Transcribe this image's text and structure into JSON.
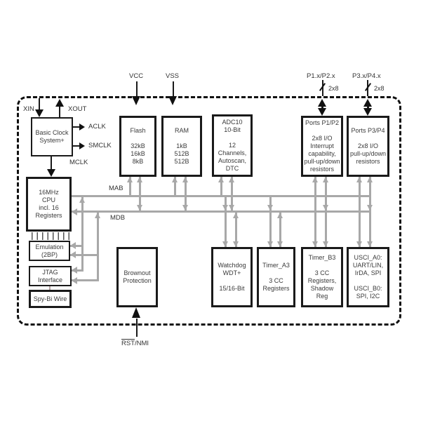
{
  "diagram": {
    "pins": {
      "xin": "XIN",
      "xout": "XOUT",
      "vcc": "VCC",
      "vss": "VSS",
      "p12": "P1.x/P2.x",
      "p34": "P3.x/P4.x",
      "p12_width": "2x8",
      "p34_width": "2x8",
      "rst_bar": "RST",
      "rst_rest": "/NMI"
    },
    "clock_signals": {
      "aclk": "ACLK",
      "smclk": "SMCLK",
      "mclk": "MCLK"
    },
    "buses": {
      "mab": "MAB",
      "mdb": "MDB"
    },
    "blocks": {
      "basic_clock": "Basic Clock\nSystem+",
      "cpu": "16MHz\nCPU\nincl. 16\nRegisters",
      "emulation": "Emulation\n(2BP)",
      "jtag": "JTAG\nInterface",
      "spybi": "Spy-Bi Wire",
      "flash": "Flash\n\n32kB\n16kB\n8kB",
      "ram": "RAM\n\n1kB\n512B\n512B",
      "adc": "ADC10\n10-Bit\n\n12\nChannels,\nAutoscan,\nDTC",
      "ports12": "Ports P1/P2\n\n2x8 I/O\nInterrupt\ncapability,\npull-up/down\nresistors",
      "ports34": "Ports P3/P4\n\n2x8 I/O\npull-up/down\nresistors",
      "brownout": "Brownout\nProtection",
      "wdt": "Watchdog\nWDT+\n\n15/16-Bit",
      "timer_a3": "Timer_A3\n\n3 CC\nRegisters",
      "timer_b3": "Timer_B3\n\n3 CC\nRegisters,\nShadow\nReg",
      "usci": "USCI_A0:\nUART/LIN,\nIrDA, SPI\n\nUSCI_B0:\nSPI, I2C"
    },
    "icons": {
      "arrow-up-icon": "css-triangle-up",
      "arrow-down-icon": "css-triangle-down",
      "arrow-left-icon": "css-triangle-left",
      "arrow-right-icon": "css-triangle-right",
      "bus-width-slash-icon": "css-diagonal-tick"
    },
    "colors": {
      "background": "#ffffff",
      "box_border": "#1a1a1a",
      "bus_gray": "#a8a8a8",
      "arrow_black": "#111111",
      "text": "#3a3a3a"
    }
  }
}
